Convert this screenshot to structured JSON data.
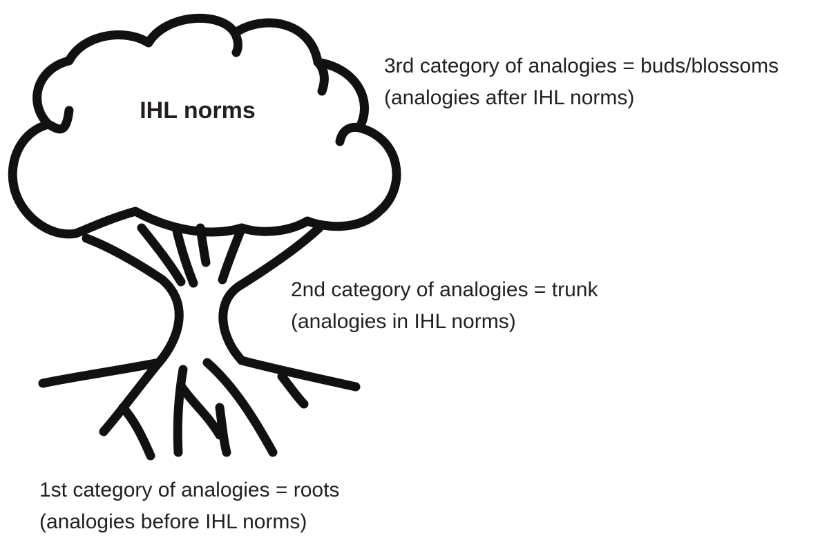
{
  "canopy": {
    "title": "IHL norms"
  },
  "categories": [
    {
      "id": "buds",
      "line1": "3rd category of analogies = buds/blossoms",
      "line2": "(analogies after IHL norms)"
    },
    {
      "id": "trunk",
      "line1": "2nd category of analogies = trunk",
      "line2": "(analogies in IHL norms)"
    },
    {
      "id": "roots",
      "line1": "1st category of analogies = roots",
      "line2": "(analogies before IHL norms)"
    }
  ],
  "icons": {
    "tree": "tree-icon"
  }
}
